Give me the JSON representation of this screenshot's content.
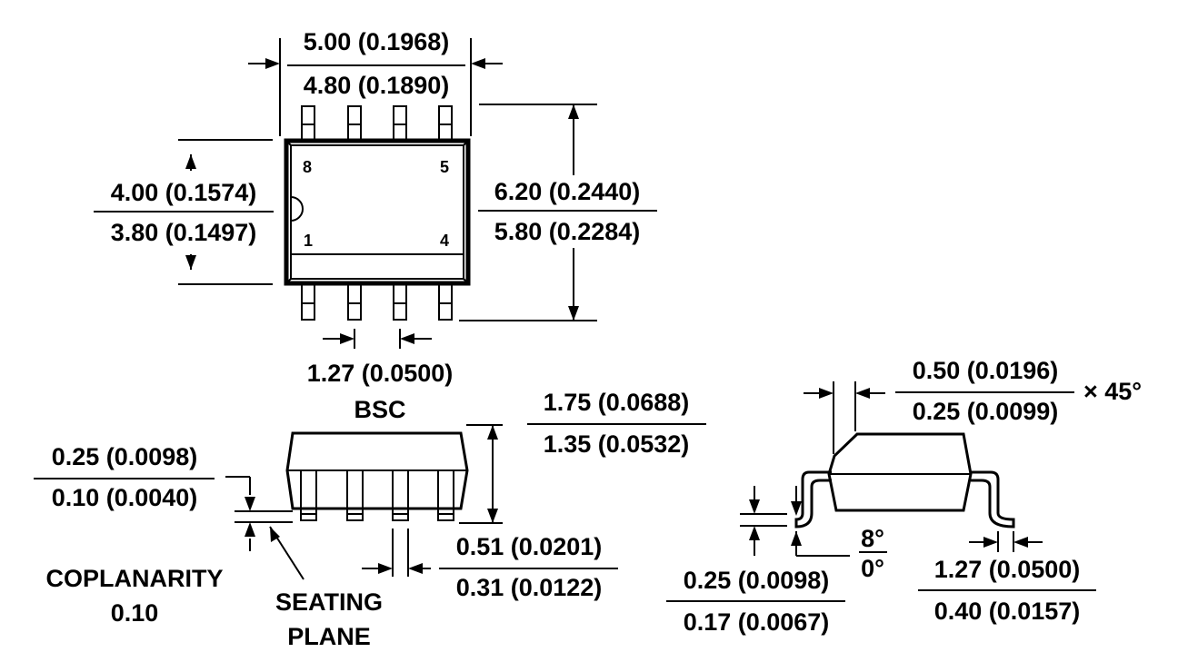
{
  "top_view": {
    "length_max": "5.00 (0.1968)",
    "length_min": "4.80 (0.1890)",
    "body_width_max": "4.00 (0.1574)",
    "body_width_min": "3.80 (0.1497)",
    "lead_span_max": "6.20 (0.2440)",
    "lead_span_min": "5.80 (0.2284)",
    "pin_8": "8",
    "pin_5": "5",
    "pin_1": "1",
    "pin_4": "4",
    "pitch": "1.27 (0.0500)",
    "pitch_note": "BSC"
  },
  "side_view": {
    "height_max": "1.75 (0.0688)",
    "height_min": "1.35 (0.0532)",
    "standoff_max": "0.25 (0.0098)",
    "standoff_min": "0.10 (0.0040)",
    "lead_width_max": "0.51 (0.0201)",
    "lead_width_min": "0.31 (0.0122)",
    "coplanarity_label": "COPLANARITY",
    "coplanarity_value": "0.10",
    "seating_line1": "SEATING",
    "seating_line2": "PLANE"
  },
  "end_view": {
    "chamfer_max": "0.50 (0.0196)",
    "chamfer_min": "0.25 (0.0099)",
    "chamfer_angle": "× 45°",
    "lead_thick_max": "0.25 (0.0098)",
    "lead_thick_min": "0.17 (0.0067)",
    "angle_max": "8°",
    "angle_min": "0°",
    "foot_max": "1.27 (0.0500)",
    "foot_min": "0.40 (0.0157)"
  }
}
